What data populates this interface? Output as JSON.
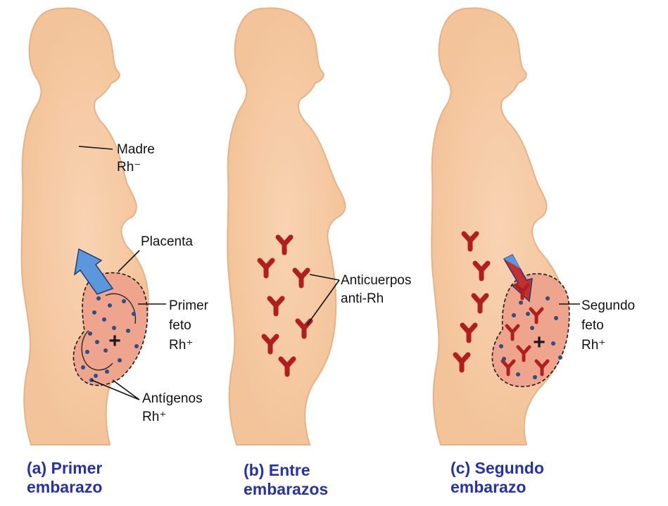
{
  "colors": {
    "background": "#ffffff",
    "body": "#f3c49a",
    "body_edge": "#e8b287",
    "womb": "#efa58d",
    "antibody": "#b01e1e",
    "antigen": "#2a4f86",
    "arrow_up": "#5b97dc",
    "arrow_down": "#c23030",
    "caption": "#2632a8",
    "label": "#111111"
  },
  "panels": [
    {
      "id": "a",
      "caption_line1": "(a) Primer",
      "caption_line2": "embarazo",
      "labels": {
        "madre_1": "Madre",
        "madre_2": "Rh⁻",
        "placenta": "Placenta",
        "feto_1": "Primer",
        "feto_2": "feto",
        "feto_3": "Rh⁺",
        "antigenos_1": "Antígenos",
        "antigenos_2": "Rh⁺"
      }
    },
    {
      "id": "b",
      "caption_line1": "(b) Entre",
      "caption_line2": "embarazos",
      "labels": {
        "anticuerpos_1": "Anticuerpos",
        "anticuerpos_2": "anti-Rh"
      }
    },
    {
      "id": "c",
      "caption_line1": "(c) Segundo",
      "caption_line2": "embarazo",
      "labels": {
        "feto_1": "Segundo",
        "feto_2": "feto",
        "feto_3": "Rh⁺"
      }
    }
  ],
  "icons": {
    "antibody": "y-shaped-antibody-icon",
    "antigen": "dot-antigen-icon",
    "plus": "plus-icon",
    "arrow": "arrow-icon"
  }
}
